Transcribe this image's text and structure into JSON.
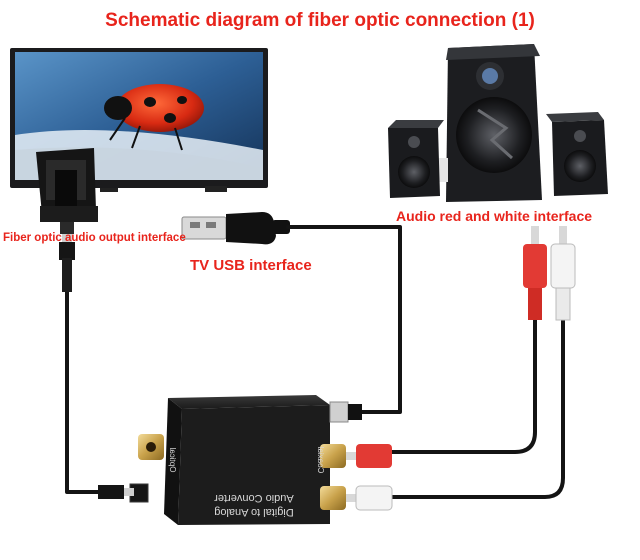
{
  "diagram": {
    "title": "Schematic diagram of fiber optic connection (1)",
    "labels": {
      "fiber_output": "Fiber optic audio output interface",
      "tv_usb": "TV USB interface",
      "audio_rca": "Audio red and white interface"
    },
    "device_text": {
      "converter_line1": "Audio Converter",
      "converter_line2": "Digital to Analog",
      "optical_port": "Optical",
      "coaxial_port": "Coaxial"
    }
  }
}
